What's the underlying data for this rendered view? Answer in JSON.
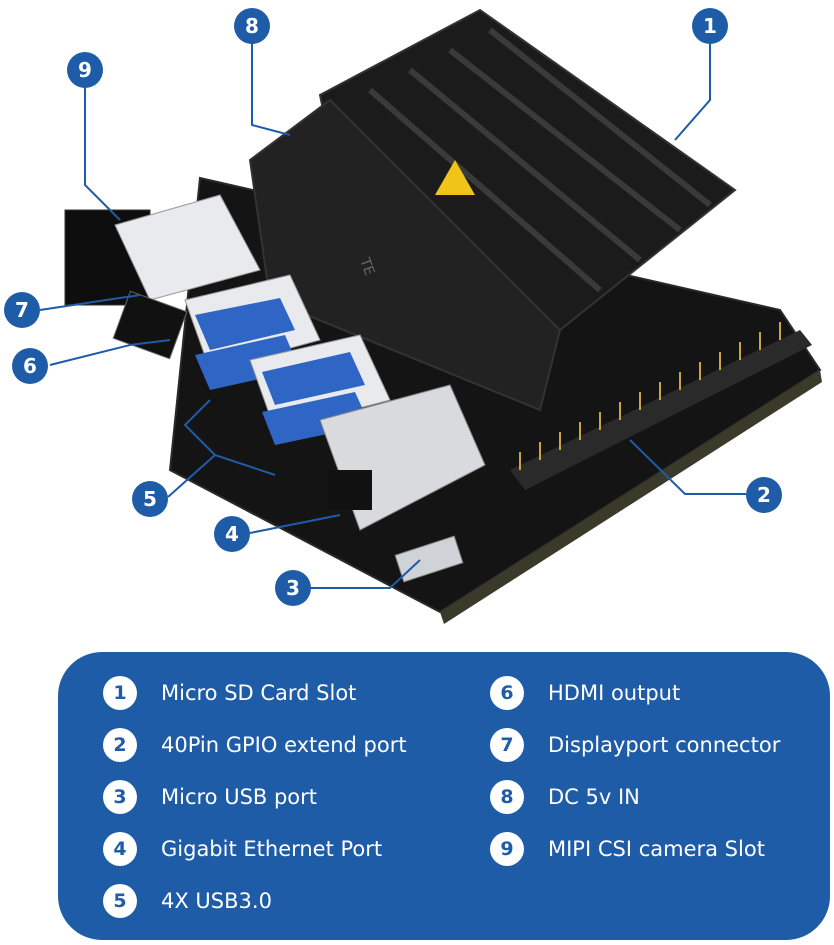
{
  "callouts": [
    {
      "id": "1"
    },
    {
      "id": "2"
    },
    {
      "id": "3"
    },
    {
      "id": "4"
    },
    {
      "id": "5"
    },
    {
      "id": "6"
    },
    {
      "id": "7"
    },
    {
      "id": "8"
    },
    {
      "id": "9"
    }
  ],
  "legend": {
    "left": [
      {
        "num": "1",
        "label": "Micro  SD Card Slot"
      },
      {
        "num": "2",
        "label": "40Pin  GPIO extend port"
      },
      {
        "num": "3",
        "label": "Micro USB port"
      },
      {
        "num": "4",
        "label": "Gigabit Ethernet Port"
      },
      {
        "num": "5",
        "label": "4X USB3.0"
      }
    ],
    "right": [
      {
        "num": "6",
        "label": "HDMI output"
      },
      {
        "num": "7",
        "label": "Displayport connector"
      },
      {
        "num": "8",
        "label": "DC 5v IN"
      },
      {
        "num": "9",
        "label": "MIPI CSI camera Slot"
      }
    ]
  },
  "colors": {
    "accent": "#1f5ca8",
    "board": "#151515",
    "heatsink": "#1b1b1b",
    "usb": "#2f66c6"
  },
  "board_text": {
    "brand": "TE"
  }
}
